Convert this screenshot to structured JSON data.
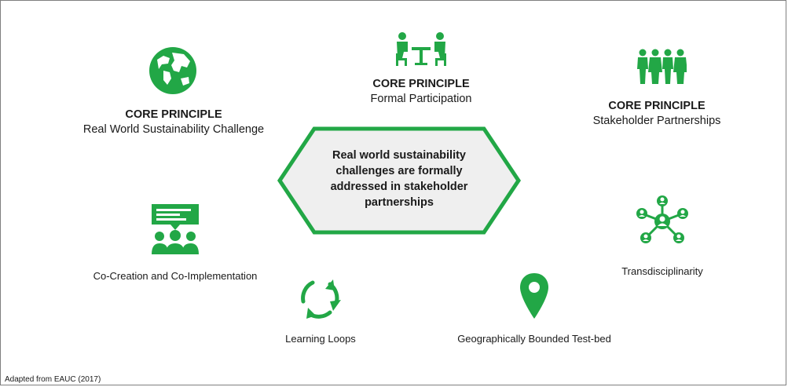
{
  "colors": {
    "accent": "#22a746",
    "hex_fill": "#efefef",
    "border": "#7f7f7f"
  },
  "principles": [
    {
      "kicker": "CORE PRINCIPLE",
      "name": "Real World Sustainability Challenge",
      "icon": "globe-icon"
    },
    {
      "kicker": "CORE PRINCIPLE",
      "name": "Formal Participation",
      "icon": "meeting-table-icon"
    },
    {
      "kicker": "CORE PRINCIPLE",
      "name": "Stakeholder Partnerships",
      "icon": "group-people-icon"
    }
  ],
  "center": {
    "text": "Real world sustainability challenges are formally addressed in stakeholder partnerships"
  },
  "features": [
    {
      "label": "Co-Creation and Co-Implementation",
      "icon": "speech-bubble-people-icon"
    },
    {
      "label": "Learning Loops",
      "icon": "cycle-arrows-icon"
    },
    {
      "label": "Geographically Bounded Test-bed",
      "icon": "location-pin-icon"
    },
    {
      "label": "Transdisciplinarity",
      "icon": "network-people-icon"
    }
  ],
  "source": "Adapted from EAUC (2017)"
}
